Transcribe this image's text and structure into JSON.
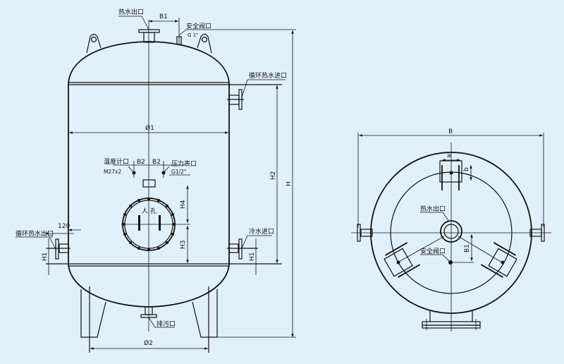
{
  "front_view": {
    "hot_water_outlet": "热水出口",
    "dim_b1": "B1",
    "safety_valve": "安全阀口",
    "safety_valve_size": "G 1\"",
    "circ_hot_water_inlet": "循环热水进口",
    "dim_diameter1": "Ø1",
    "temperature_port": "温度计口",
    "temperature_size": "M27x2",
    "dim_b2_left": "B2",
    "dim_b2_right": "B2",
    "pressure_port": "压力表口",
    "pressure_size": "G1/2\"",
    "manhole": "人 孔",
    "dim_h4": "H4",
    "dim_h3": "H3",
    "dim_h2": "H2",
    "dim_h": "H",
    "dim_120": "120",
    "circ_hot_water_outlet": "循环热水出口",
    "dim_h1_left": "H1",
    "cold_water_inlet": "冷水进口",
    "dim_h1_right": "H1",
    "drain": "排污口",
    "dim_diameter2": "Ø2"
  },
  "top_view": {
    "dim_b": "B",
    "dim_a": "a",
    "dim_b_small": "b",
    "hot_water_outlet": "热水出口",
    "safety_valve": "安全阀口",
    "dim_b1": "B1"
  },
  "colors": {
    "background": "#dff0fb",
    "line": "#111111"
  }
}
